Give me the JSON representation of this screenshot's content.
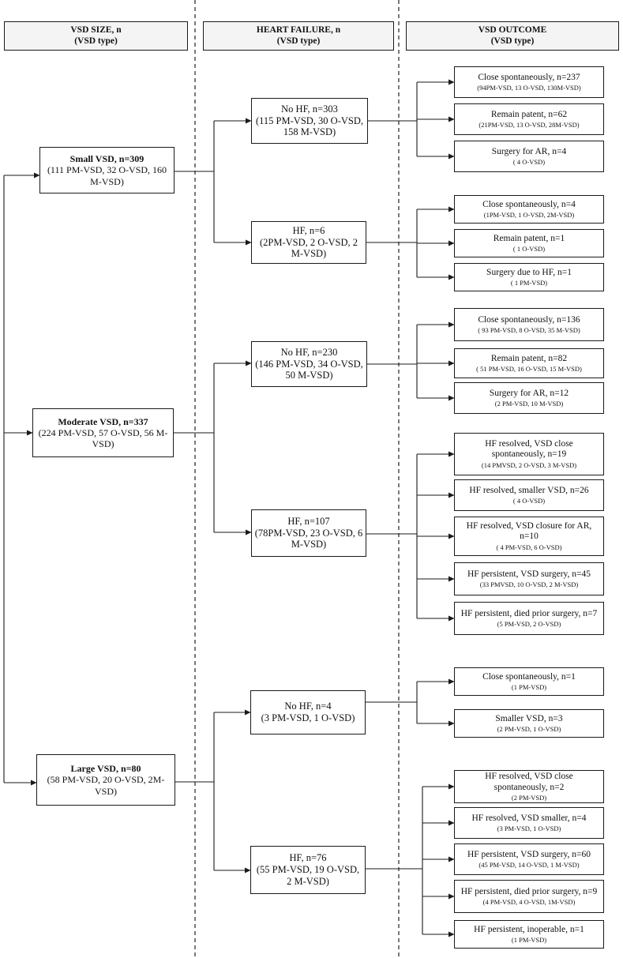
{
  "headers": {
    "col1": {
      "title": "VSD SIZE, n",
      "subtitle": "(VSD type)"
    },
    "col2": {
      "title": "HEART FAILURE, n",
      "subtitle": "(VSD type)"
    },
    "col3": {
      "title": "VSD OUTCOME",
      "subtitle": "(VSD type)"
    }
  },
  "size_groups": [
    {
      "label": "Small VSD, n=309",
      "detail": "(111 PM-VSD, 32 O-VSD, 160 M-VSD)"
    },
    {
      "label": "Moderate VSD, n=337",
      "detail": "(224 PM-VSD, 57 O-VSD, 56 M-VSD)"
    },
    {
      "label": "Large VSD, n=80",
      "detail": "(58 PM-VSD, 20 O-VSD, 2M-VSD)"
    }
  ],
  "hf_groups": [
    {
      "label": "No HF, n=303",
      "detail": "(115 PM-VSD, 30 O-VSD, 158 M-VSD)"
    },
    {
      "label": "HF, n=6",
      "detail": "(2PM-VSD, 2 O-VSD, 2 M-VSD)"
    },
    {
      "label": "No HF, n=230",
      "detail": "(146 PM-VSD, 34 O-VSD, 50 M-VSD)"
    },
    {
      "label": "HF, n=107",
      "detail": "(78PM-VSD, 23 O-VSD, 6 M-VSD)"
    },
    {
      "label": "No HF, n=4",
      "detail": "(3 PM-VSD, 1 O-VSD)"
    },
    {
      "label": "HF, n=76",
      "detail": "(55 PM-VSD, 19 O-VSD, 2 M-VSD)"
    }
  ],
  "outcomes": [
    {
      "title": "Close spontaneously, n=237",
      "detail": "(94PM-VSD, 13 O-VSD, 130M-VSD)"
    },
    {
      "title": "Remain patent, n=62",
      "detail": "(21PM-VSD, 13 O-VSD, 28M-VSD)"
    },
    {
      "title": "Surgery for AR, n=4",
      "detail": "( 4 O-VSD)"
    },
    {
      "title": "Close spontaneously, n=4",
      "detail": "(1PM-VSD, 1 O-VSD, 2M-VSD)"
    },
    {
      "title": "Remain patent, n=1",
      "detail": "( 1 O-VSD)"
    },
    {
      "title": "Surgery due to HF, n=1",
      "detail": "( 1 PM-VSD)"
    },
    {
      "title": "Close spontaneously, n=136",
      "detail": "( 93 PM-VSD, 8 O-VSD, 35 M-VSD)"
    },
    {
      "title": "Remain patent, n=82",
      "detail": "( 51 PM-VSD, 16 O-VSD, 15 M-VSD)"
    },
    {
      "title": "Surgery for AR, n=12",
      "detail": "(2 PM-VSD, 10 M-VSD)"
    },
    {
      "title": "HF resolved, VSD close spontaneously, n=19",
      "detail": "(14 PMVSD, 2 O-VSD, 3 M-VSD)"
    },
    {
      "title": "HF resolved, smaller VSD, n=26",
      "detail": "( 4 O-VSD)"
    },
    {
      "title": "HF resolved, VSD closure for AR, n=10",
      "detail": "( 4 PM-VSD, 6 O-VSD)"
    },
    {
      "title": "HF persistent, VSD surgery, n=45",
      "detail": "(33 PMVSD, 10 O-VSD, 2 M-VSD)"
    },
    {
      "title": "HF persistent, died prior surgery, n=7",
      "detail": "(5 PM-VSD, 2 O-VSD)"
    },
    {
      "title": "Close spontaneously, n=1",
      "detail": "(1 PM-VSD)"
    },
    {
      "title": "Smaller VSD, n=3",
      "detail": "(2 PM-VSD, 1 O-VSD)"
    },
    {
      "title": "HF resolved, VSD close spontaneously, n=2",
      "detail": "(2 PM-VSD)"
    },
    {
      "title": "HF resolved, VSD smaller, n=4",
      "detail": "(3 PM-VSD, 1 O-VSD)"
    },
    {
      "title": "HF persistent, VSD surgery, n=60",
      "detail": "(45 PM-VSD, 14 O-VSD, 1 M-VSD)"
    },
    {
      "title": "HF persistent, died prior surgery, n=9",
      "detail": "(4 PM-VSD, 4 O-VSD, 1M-VSD)"
    },
    {
      "title": "HF persistent, inoperable, n=1",
      "detail": "(1 PM-VSD)"
    }
  ]
}
